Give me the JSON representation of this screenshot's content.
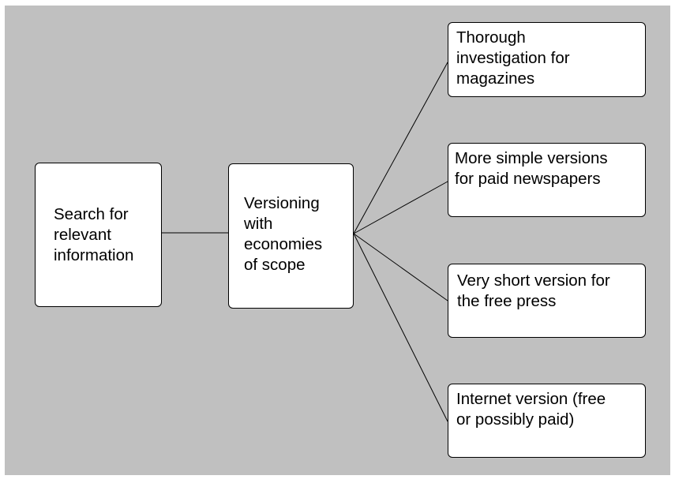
{
  "diagram": {
    "background_color": "#c0c0c0",
    "box_color": "#ffffff",
    "line_color": "#000000",
    "nodes": {
      "search": {
        "text": "Search for\nrelevant\ninformation"
      },
      "versioning": {
        "text": "Versioning\nwith\neconomies\nof  scope"
      },
      "magazines": {
        "text": "Thorough\ninvestigation for\nmagazines"
      },
      "paid_newspapers": {
        "text": "More simple versions\nfor paid newspapers"
      },
      "free_press": {
        "text": "Very short version for\nthe free press"
      },
      "internet": {
        "text": "Internet version (free\nor possibly paid)"
      }
    },
    "edges": [
      {
        "from": "search",
        "to": "versioning"
      },
      {
        "from": "versioning",
        "to": "magazines"
      },
      {
        "from": "versioning",
        "to": "paid_newspapers"
      },
      {
        "from": "versioning",
        "to": "free_press"
      },
      {
        "from": "versioning",
        "to": "internet"
      }
    ]
  }
}
